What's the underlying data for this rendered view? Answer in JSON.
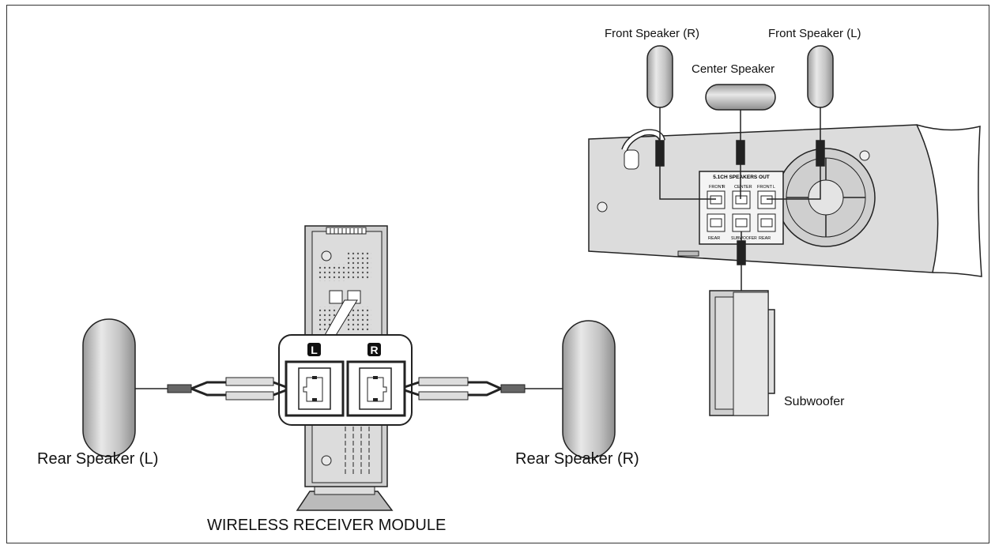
{
  "diagram": {
    "labels": {
      "front_speaker_r": "Front Speaker (R)",
      "front_speaker_l": "Front Speaker (L)",
      "center_speaker": "Center Speaker",
      "subwoofer": "Subwoofer",
      "rear_speaker_l": "Rear Speaker (L)",
      "rear_speaker_r": "Rear Speaker (R)",
      "wireless_receiver_module": "WIRELESS RECEIVER MODULE"
    },
    "panel": {
      "title": "5.1CH SPEAKERS OUT",
      "front_r": "FRONT",
      "center": "CENTER",
      "front_l": "FRONT",
      "rear_r": "REAR",
      "subwoofer": "SUBWOOFER",
      "rear_l": "REAR",
      "mark_r": "R",
      "mark_l": "L"
    },
    "module_badges": {
      "left": "L",
      "right": "R"
    },
    "colors": {
      "outline": "#222222",
      "speaker_fill": "#c8c8c8",
      "body_fill": "#d4d4d4",
      "panel_fill": "#f2f2f2"
    }
  }
}
